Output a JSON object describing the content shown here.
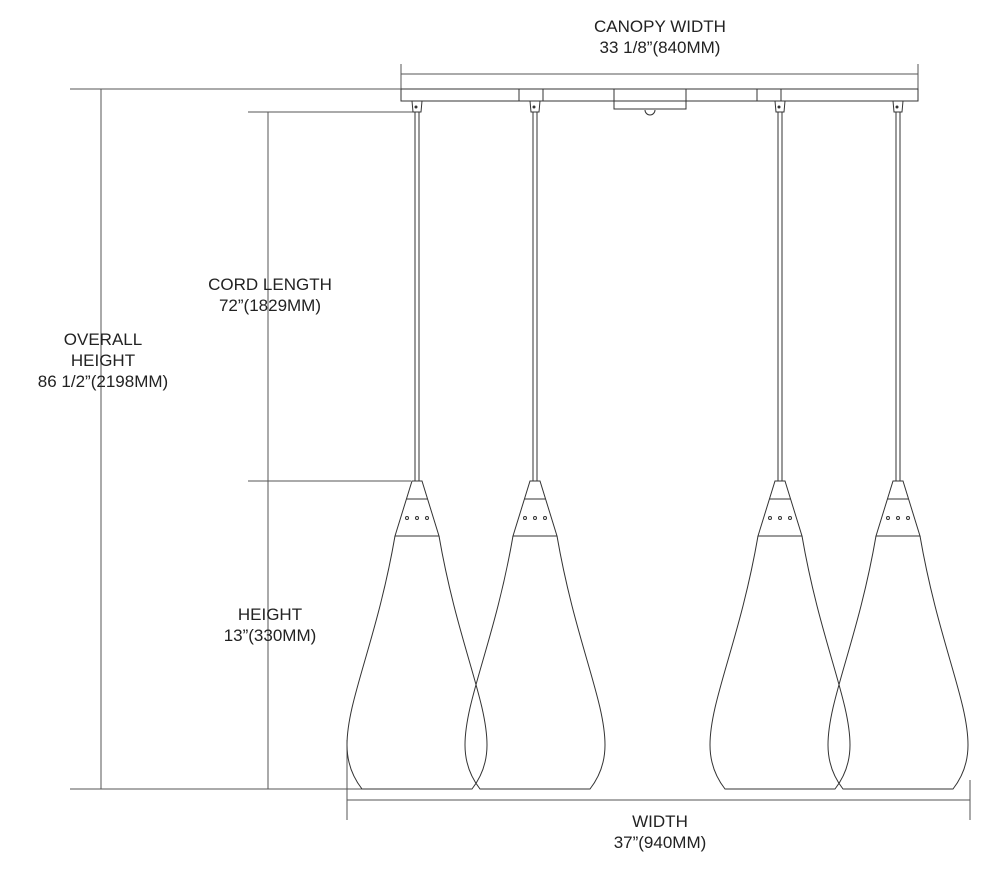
{
  "canopy_width": {
    "label": "CANOPY WIDTH",
    "value": "33 1/8”(840MM)"
  },
  "cord_length": {
    "label": "CORD LENGTH",
    "value": "72”(1829MM)"
  },
  "overall_height": {
    "label_line1": "OVERALL",
    "label_line2": "HEIGHT",
    "value": "86 1/2”(2198MM)"
  },
  "height": {
    "label": "HEIGHT",
    "value": "13”(330MM)"
  },
  "width": {
    "label": "WIDTH",
    "value": "37”(940MM)"
  },
  "pendant_count": 4
}
